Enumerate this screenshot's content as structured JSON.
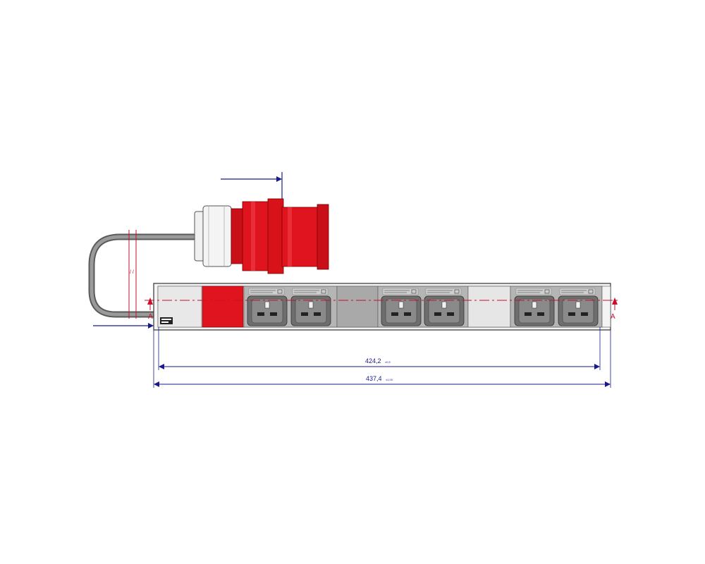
{
  "dimensions": {
    "inner": {
      "value": "424,2",
      "tolerance": "±0,5"
    },
    "outer": {
      "value": "437,4",
      "tolerance": "±1,00"
    }
  },
  "section_marks": {
    "left": "A",
    "right": "A"
  },
  "colors": {
    "plug_red": "#e0141e",
    "plug_red_dark": "#a80c12",
    "dimension_blue": "#1a1a8c",
    "section_red": "#c8102e",
    "strip_grey": "#a9a9a9",
    "strip_light": "#e6e6e6",
    "socket": "#6e6e6e"
  },
  "components": {
    "plug": "cee-red-plug",
    "cable": "power-cable",
    "strip": "pdu-rail",
    "outlets": [
      "c19-outlet-1",
      "c19-outlet-2",
      "c19-outlet-3",
      "c19-outlet-4",
      "c19-outlet-5",
      "c19-outlet-6"
    ]
  }
}
